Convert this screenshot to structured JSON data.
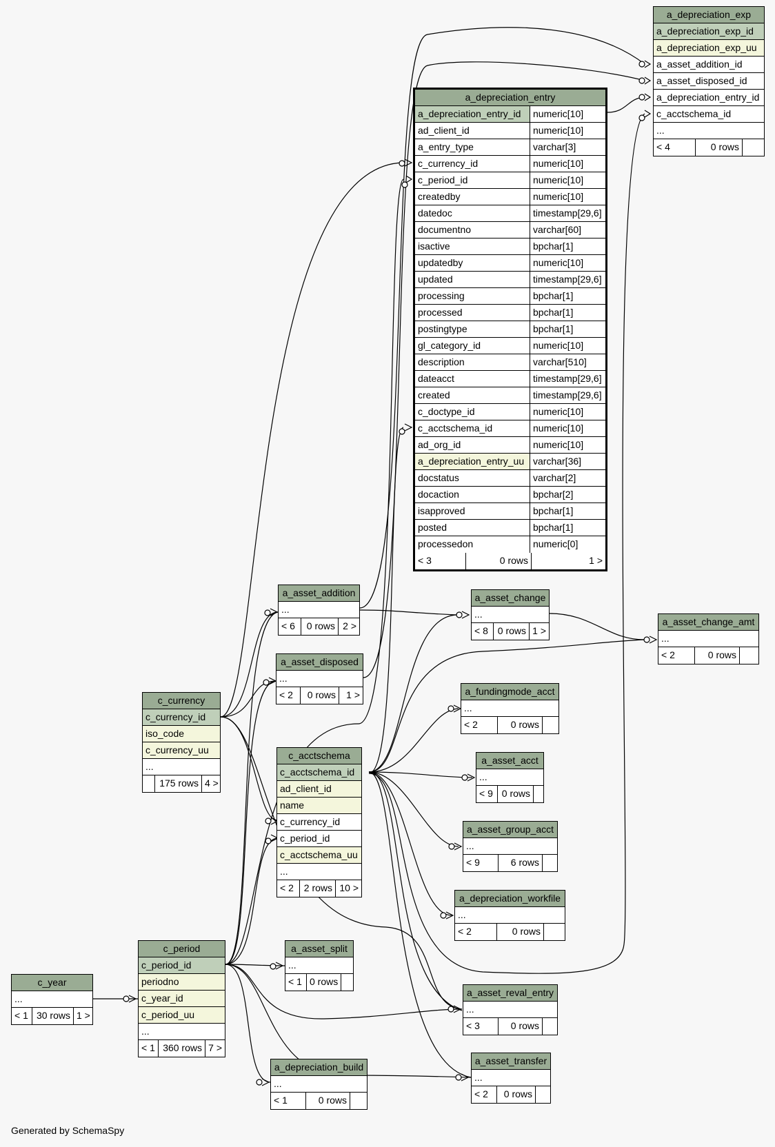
{
  "footer": "Generated by SchemaSpy",
  "tables": {
    "a_depreciation_exp": {
      "title": "a_depreciation_exp",
      "rows": [
        {
          "name": "a_depreciation_exp_id",
          "kind": "pk"
        },
        {
          "name": "a_depreciation_exp_uu",
          "kind": "uq"
        },
        {
          "name": "a_asset_addition_id",
          "kind": ""
        },
        {
          "name": "a_asset_disposed_id",
          "kind": ""
        },
        {
          "name": "a_depreciation_entry_id",
          "kind": ""
        },
        {
          "name": "c_acctschema_id",
          "kind": ""
        },
        {
          "name": "...",
          "kind": ""
        }
      ],
      "footer": {
        "left": "< 4",
        "mid": "0 rows",
        "right": ""
      }
    },
    "a_depreciation_entry": {
      "title": "a_depreciation_entry",
      "rows": [
        {
          "name": "a_depreciation_entry_id",
          "type": "numeric[10]",
          "kind": "pk"
        },
        {
          "name": "ad_client_id",
          "type": "numeric[10]",
          "kind": ""
        },
        {
          "name": "a_entry_type",
          "type": "varchar[3]",
          "kind": ""
        },
        {
          "name": "c_currency_id",
          "type": "numeric[10]",
          "kind": ""
        },
        {
          "name": "c_period_id",
          "type": "numeric[10]",
          "kind": ""
        },
        {
          "name": "createdby",
          "type": "numeric[10]",
          "kind": ""
        },
        {
          "name": "datedoc",
          "type": "timestamp[29,6]",
          "kind": ""
        },
        {
          "name": "documentno",
          "type": "varchar[60]",
          "kind": ""
        },
        {
          "name": "isactive",
          "type": "bpchar[1]",
          "kind": ""
        },
        {
          "name": "updatedby",
          "type": "numeric[10]",
          "kind": ""
        },
        {
          "name": "updated",
          "type": "timestamp[29,6]",
          "kind": ""
        },
        {
          "name": "processing",
          "type": "bpchar[1]",
          "kind": ""
        },
        {
          "name": "processed",
          "type": "bpchar[1]",
          "kind": ""
        },
        {
          "name": "postingtype",
          "type": "bpchar[1]",
          "kind": ""
        },
        {
          "name": "gl_category_id",
          "type": "numeric[10]",
          "kind": ""
        },
        {
          "name": "description",
          "type": "varchar[510]",
          "kind": ""
        },
        {
          "name": "dateacct",
          "type": "timestamp[29,6]",
          "kind": ""
        },
        {
          "name": "created",
          "type": "timestamp[29,6]",
          "kind": ""
        },
        {
          "name": "c_doctype_id",
          "type": "numeric[10]",
          "kind": ""
        },
        {
          "name": "c_acctschema_id",
          "type": "numeric[10]",
          "kind": ""
        },
        {
          "name": "ad_org_id",
          "type": "numeric[10]",
          "kind": ""
        },
        {
          "name": "a_depreciation_entry_uu",
          "type": "varchar[36]",
          "kind": "uq"
        },
        {
          "name": "docstatus",
          "type": "varchar[2]",
          "kind": ""
        },
        {
          "name": "docaction",
          "type": "bpchar[2]",
          "kind": ""
        },
        {
          "name": "isapproved",
          "type": "bpchar[1]",
          "kind": ""
        },
        {
          "name": "posted",
          "type": "bpchar[1]",
          "kind": ""
        },
        {
          "name": "processedon",
          "type": "numeric[0]",
          "kind": ""
        }
      ],
      "footer": {
        "left": "< 3",
        "mid": "0 rows",
        "right": "1 >"
      }
    },
    "a_asset_addition": {
      "title": "a_asset_addition",
      "rows": [
        {
          "name": "...",
          "kind": ""
        }
      ],
      "footer": {
        "left": "< 6",
        "mid": "0 rows",
        "right": "2 >"
      }
    },
    "a_asset_disposed": {
      "title": "a_asset_disposed",
      "rows": [
        {
          "name": "...",
          "kind": ""
        }
      ],
      "footer": {
        "left": "< 2",
        "mid": "0 rows",
        "right": "1 >"
      }
    },
    "a_asset_change": {
      "title": "a_asset_change",
      "rows": [
        {
          "name": "...",
          "kind": ""
        }
      ],
      "footer": {
        "left": "< 8",
        "mid": "0 rows",
        "right": "1 >"
      }
    },
    "a_asset_change_amt": {
      "title": "a_asset_change_amt",
      "rows": [
        {
          "name": "...",
          "kind": ""
        }
      ],
      "footer": {
        "left": "< 2",
        "mid": "0 rows",
        "right": ""
      }
    },
    "a_fundingmode_acct": {
      "title": "a_fundingmode_acct",
      "rows": [
        {
          "name": "...",
          "kind": ""
        }
      ],
      "footer": {
        "left": "< 2",
        "mid": "0 rows",
        "right": ""
      }
    },
    "a_asset_acct": {
      "title": "a_asset_acct",
      "rows": [
        {
          "name": "...",
          "kind": ""
        }
      ],
      "footer": {
        "left": "< 9",
        "mid": "0 rows",
        "right": ""
      }
    },
    "a_asset_group_acct": {
      "title": "a_asset_group_acct",
      "rows": [
        {
          "name": "...",
          "kind": ""
        }
      ],
      "footer": {
        "left": "< 9",
        "mid": "6 rows",
        "right": ""
      }
    },
    "a_depreciation_workfile": {
      "title": "a_depreciation_workfile",
      "rows": [
        {
          "name": "...",
          "kind": ""
        }
      ],
      "footer": {
        "left": "< 2",
        "mid": "0 rows",
        "right": ""
      }
    },
    "c_currency": {
      "title": "c_currency",
      "rows": [
        {
          "name": "c_currency_id",
          "kind": "pk"
        },
        {
          "name": "iso_code",
          "kind": "uq"
        },
        {
          "name": "c_currency_uu",
          "kind": "uq"
        },
        {
          "name": "...",
          "kind": ""
        }
      ],
      "footer": {
        "left": "",
        "mid": "175 rows",
        "right": "4 >"
      }
    },
    "c_acctschema": {
      "title": "c_acctschema",
      "rows": [
        {
          "name": "c_acctschema_id",
          "kind": "pk"
        },
        {
          "name": "ad_client_id",
          "kind": "uq"
        },
        {
          "name": "name",
          "kind": "uq"
        },
        {
          "name": "c_currency_id",
          "kind": ""
        },
        {
          "name": "c_period_id",
          "kind": ""
        },
        {
          "name": "c_acctschema_uu",
          "kind": "uq"
        },
        {
          "name": "...",
          "kind": ""
        }
      ],
      "footer": {
        "left": "< 2",
        "mid": "2 rows",
        "right": "10 >"
      }
    },
    "c_period": {
      "title": "c_period",
      "rows": [
        {
          "name": "c_period_id",
          "kind": "pk"
        },
        {
          "name": "periodno",
          "kind": "uq"
        },
        {
          "name": "c_year_id",
          "kind": "uq"
        },
        {
          "name": "c_period_uu",
          "kind": "uq"
        },
        {
          "name": "...",
          "kind": ""
        }
      ],
      "footer": {
        "left": "< 1",
        "mid": "360 rows",
        "right": "7 >"
      }
    },
    "c_year": {
      "title": "c_year",
      "rows": [
        {
          "name": "...",
          "kind": ""
        }
      ],
      "footer": {
        "left": "< 1",
        "mid": "30 rows",
        "right": "1 >"
      }
    },
    "a_asset_split": {
      "title": "a_asset_split",
      "rows": [
        {
          "name": "...",
          "kind": ""
        }
      ],
      "footer": {
        "left": "< 1",
        "mid": "0 rows",
        "right": ""
      }
    },
    "a_asset_reval_entry": {
      "title": "a_asset_reval_entry",
      "rows": [
        {
          "name": "...",
          "kind": ""
        }
      ],
      "footer": {
        "left": "< 3",
        "mid": "0 rows",
        "right": ""
      }
    },
    "a_asset_transfer": {
      "title": "a_asset_transfer",
      "rows": [
        {
          "name": "...",
          "kind": ""
        }
      ],
      "footer": {
        "left": "< 2",
        "mid": "0 rows",
        "right": ""
      }
    },
    "a_depreciation_build": {
      "title": "a_depreciation_build",
      "rows": [
        {
          "name": "...",
          "kind": ""
        }
      ],
      "footer": {
        "left": "< 1",
        "mid": "0 rows",
        "right": ""
      }
    }
  }
}
